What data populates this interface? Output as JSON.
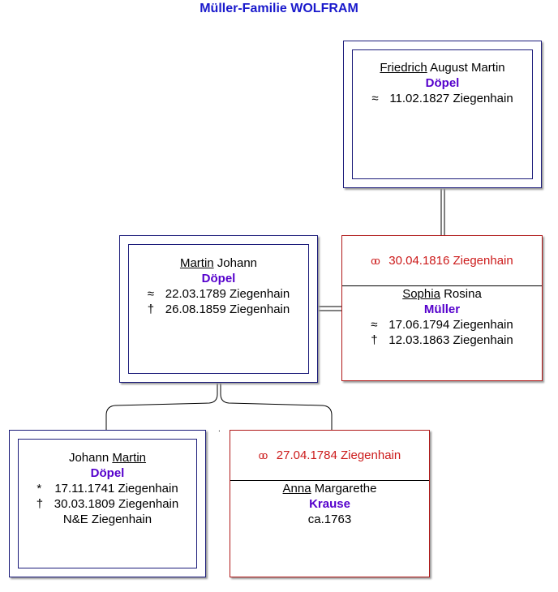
{
  "title": "Müller-Familie WOLFRAM",
  "friedrich": {
    "given_first": "Friedrich",
    "given_rest": " August Martin",
    "surname": "Döpel",
    "baptism_symbol": "≈",
    "baptism": "11.02.1827 Ziegenhain"
  },
  "martin": {
    "given_first": "Martin",
    "given_rest": " Johann",
    "surname": "Döpel",
    "baptism_symbol": "≈",
    "baptism": "22.03.1789 Ziegenhain",
    "death_symbol": "†",
    "death": "26.08.1859 Ziegenhain"
  },
  "sophia": {
    "marriage_symbol": "oo",
    "marriage": "30.04.1816 Ziegenhain",
    "given_first": "Sophia",
    "given_rest": " Rosina",
    "surname": "Müller",
    "baptism_symbol": "≈",
    "baptism": "17.06.1794 Ziegenhain",
    "death_symbol": "†",
    "death": "12.03.1863 Ziegenhain"
  },
  "johann": {
    "given_first": "Johann ",
    "given_rest": "Martin",
    "surname": "Döpel",
    "birth_symbol": "*",
    "birth": "17.11.1741 Ziegenhain",
    "death_symbol": "†",
    "death": "30.03.1809 Ziegenhain",
    "note": "N&E Ziegenhain"
  },
  "anna": {
    "marriage_symbol": "oo",
    "marriage": "27.04.1784 Ziegenhain",
    "given_first": "Anna",
    "given_rest": " Margarethe",
    "surname": "Krause",
    "note": "ca.1763"
  },
  "colors": {
    "title": "#1a1acc",
    "male_border": "#1c1c7a",
    "female_border": "#b01818",
    "surname": "#5500cc",
    "marriage_text": "#cc1a1a"
  }
}
